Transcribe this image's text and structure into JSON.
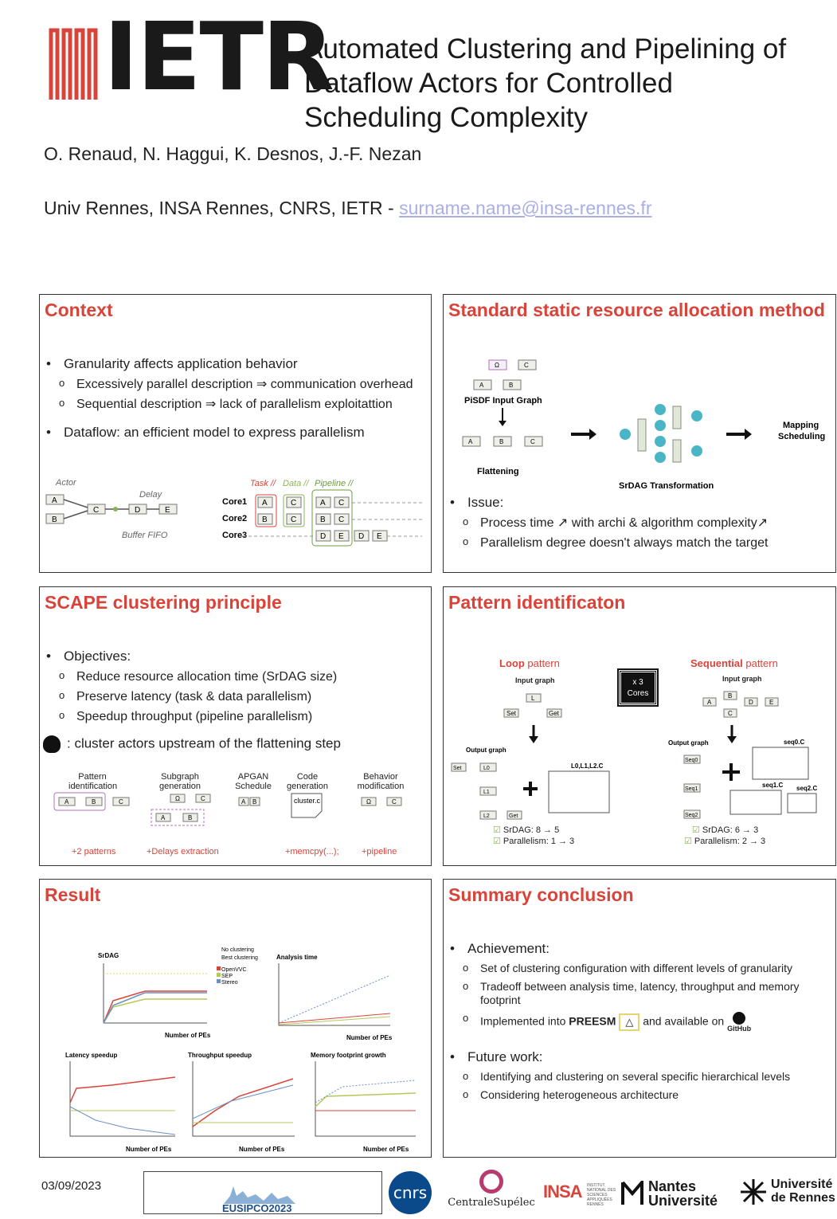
{
  "header": {
    "logo_text": "IETR",
    "title_lines": [
      "Automated Clustering and Pipelining of",
      "Dataflow Actors for Controlled",
      "Scheduling Complexity"
    ],
    "authors": "O. Renaud, N. Haggui, K. Desnos, J.-F. Nezan",
    "affiliation": "Univ Rennes,  INSA Rennes,  CNRS, IETR - ",
    "email": "surname.name@insa-rennes.fr"
  },
  "context": {
    "heading": "Context",
    "b1": "Granularity affects application behavior",
    "b1a": "Excessively parallel description ⇒ communication overhead",
    "b1b": "Sequential description ⇒ lack of parallelism exploitattion",
    "b2": "Dataflow: an efficient model to express parallelism",
    "fig": {
      "actor": "Actor",
      "delay": "Delay",
      "buffer": "Buffer FIFO",
      "legend_task": "Task //",
      "legend_data": "Data //",
      "legend_pipe": "Pipeline //",
      "core1": "Core1",
      "core2": "Core2",
      "core3": "Core3"
    }
  },
  "standard": {
    "heading": "Standard static resource allocation method",
    "input_graph": "PiSDF Input Graph",
    "flattening": "Flattening",
    "srdag": "SrDAG Transformation",
    "mapping": "Mapping",
    "scheduling": "Scheduling",
    "issue": "Issue:",
    "i1": "Process time ↗ with archi & algorithm complexity↗",
    "i2": "Parallelism degree doesn't always match the target"
  },
  "scape": {
    "heading": "SCAPE clustering principle",
    "obj": "Objectives:",
    "o1": "Reduce resource allocation time (SrDAG size)",
    "o2": "Preserve latency (task & data parallelism)",
    "o3": "Speedup throughput (pipeline parallelism)",
    "idea": ": cluster actors upstream of the flattening step",
    "steps": [
      "Pattern identification",
      "Subgraph generation",
      "APGAN Schedule",
      "Code generation",
      "Behavior modification"
    ],
    "notes": [
      "+2 patterns",
      "+Delays extraction",
      "+memcpy(...);",
      "+pipeline"
    ],
    "code_file": "cluster.c"
  },
  "pattern": {
    "heading": "Pattern identificaton",
    "loop_word": "Loop",
    "seq_word": "Sequential",
    "pattern_word": " pattern",
    "input_graph": "Input graph",
    "output_graph": "Output graph",
    "cores": "x 3",
    "cores_label": "Cores",
    "loop_code_title": "L0,L1,L2.C",
    "loop_srdag": "SrDAG: 8 → 5",
    "loop_par": "Parallelism: 1 → 3",
    "seq_srdag": "SrDAG: 6 → 3",
    "seq_par": "Parallelism: 2 → 3",
    "seq_files": [
      "seq0.C",
      "seq1.C",
      "seq2.C"
    ]
  },
  "result": {
    "heading": "Result",
    "legend": {
      "no": "No clustering",
      "best": "Best clustering",
      "s1": "OpenVVC",
      "s2": "SEP",
      "s3": "Stereo"
    },
    "charts": {
      "srdag": "SrDAG",
      "analysis": "Analysis time",
      "latency": "Latency speedup",
      "throughput": "Throughput speedup",
      "memory": "Memory footprint growth"
    },
    "xlabel": "Number of PEs",
    "colors": {
      "s1": "#d9443a",
      "s2": "#b5c95a",
      "s3": "#6c8fc2"
    }
  },
  "summary": {
    "heading": "Summary conclusion",
    "ach": "Achievement:",
    "a1": "Set of clustering configuration with different levels of granularity",
    "a2": " Tradeoff between analysis time, latency, throughput and memory footprint",
    "a3_pre": "Implemented  into ",
    "a3_tool": "PREESM",
    "a3_post": " and available on ",
    "github": "GitHub",
    "fut": "Future work:",
    "f1": "Identifying and clustering on several specific hierarchical levels",
    "f2": "Considering heterogeneous architecture"
  },
  "footer": {
    "date": "03/09/2023",
    "eusipco": "EUSIPCO2023",
    "cnrs": "cnrs",
    "cs": "CentraleSupélec",
    "insa": "INSA",
    "insa_sub": "INSTITUT NATIONAL DES SCIENCES APPLIQUÉES RENNES",
    "nantes1": "Nantes",
    "nantes2": "Université",
    "rennes1": "Université",
    "rennes2": "de Rennes"
  }
}
